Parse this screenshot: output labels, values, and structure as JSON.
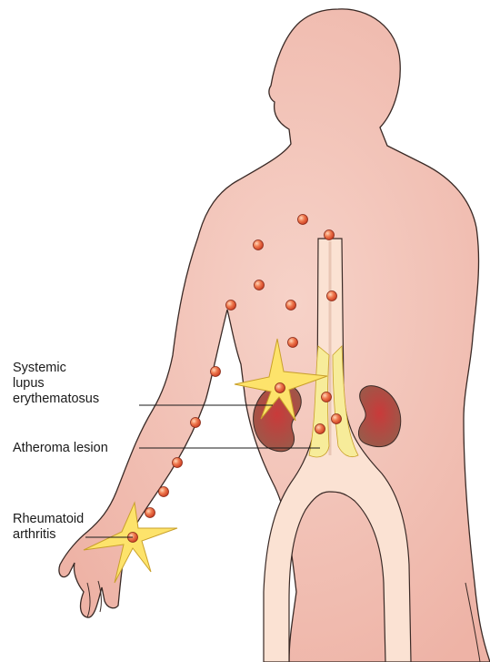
{
  "labels": {
    "sle": [
      "Systemic",
      "lupus",
      "erythematosus"
    ],
    "atheroma": "Atheroma lesion",
    "ra": [
      "Rheumatoid",
      "arthritis"
    ]
  },
  "colors": {
    "skin": "#f3c6bc",
    "skin_outline": "#3a2a26",
    "aorta_fill": "#fbe2d3",
    "plaque": "#f7ec9a",
    "kidney": "#b8413a",
    "cell": "#e2552f",
    "star": "#fde36b",
    "star_outline": "#c9a02a"
  }
}
